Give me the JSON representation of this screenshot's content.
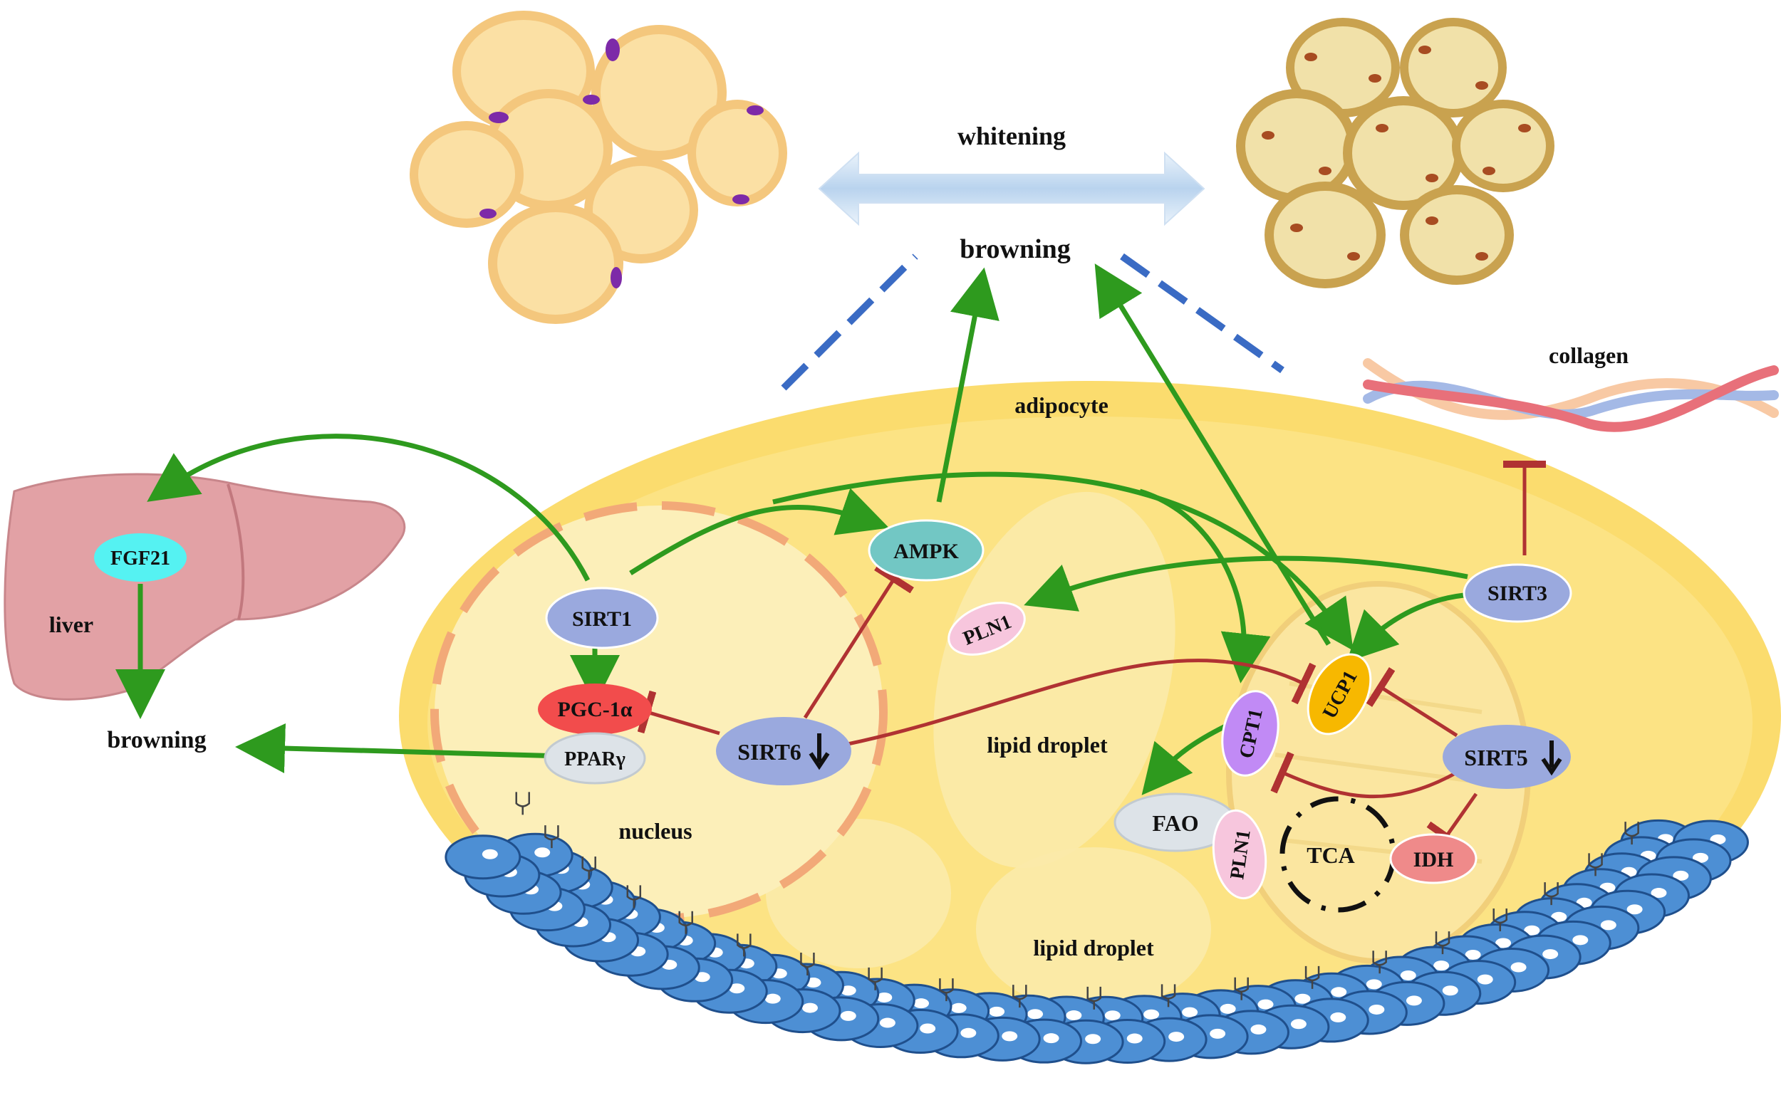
{
  "labels": {
    "whitening": "whitening",
    "browning_top": "browning",
    "adipocyte": "adipocyte",
    "collagen": "collagen",
    "liver": "liver",
    "fgf21": "FGF21",
    "browning_left": "browning",
    "sirt1": "SIRT1",
    "pgc1a": "PGC-1α",
    "ppar": "PPARγ",
    "sirt6": "SIRT6",
    "nucleus": "nucleus",
    "ampk": "AMPK",
    "pln1_top": "PLN1",
    "lipid_droplet_1": "lipid droplet",
    "lipid_droplet_2": "lipid droplet",
    "sirt3": "SIRT3",
    "ucp1": "UCP1",
    "cpt1": "CPT1",
    "fao": "FAO",
    "pln1_bottom": "PLN1",
    "sirt5": "SIRT5",
    "tca": "TCA",
    "idh": "IDH"
  },
  "colors": {
    "activation": "#2e9a1e",
    "inhibition": "#b03232",
    "dashed": "#3a6bc4",
    "cell": "#fbdc6e",
    "nucleus_border": "#f2a978",
    "sirt_node": "#9aa9de",
    "ampk": "#72c7c4",
    "pgc1a": "#f24c4c",
    "fgf21": "#55f2f2",
    "ucp1": "#f7b800",
    "cpt1": "#c18af5",
    "pln1": "#f7c6dd",
    "idh": "#ef8a8a",
    "grey_node": "#dde3e8",
    "liver": "#e2a1a5",
    "blue_cells": "#4d8fd4"
  }
}
